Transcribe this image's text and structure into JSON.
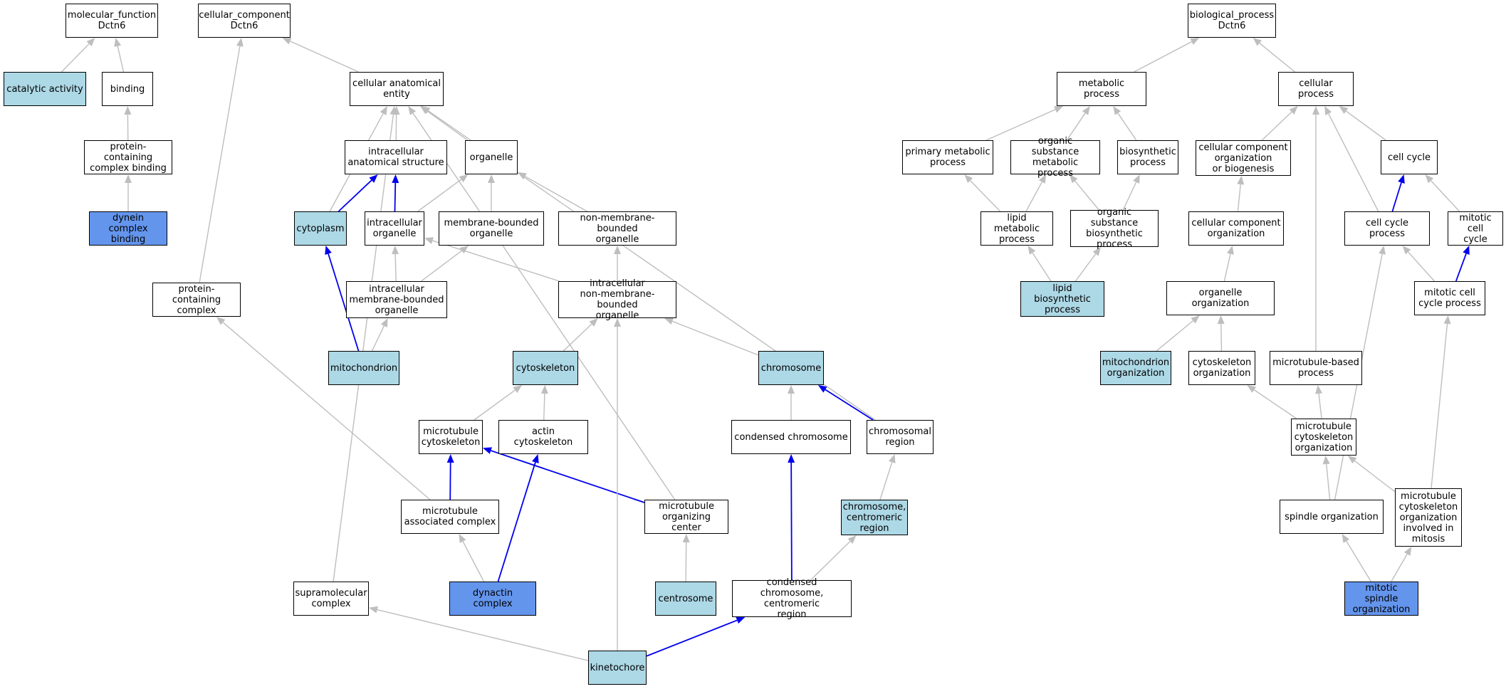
{
  "colors": {
    "edge_default": "#bebebe",
    "edge_highlight": "#0000ee",
    "node_plain": "#ffffff",
    "node_light": "#add8e6",
    "node_dark": "#6495ed"
  },
  "nodes": {
    "mf": {
      "label": "molecular_function\nDctn6",
      "fill": "plain"
    },
    "cc": {
      "label": "cellular_component\nDctn6",
      "fill": "plain"
    },
    "bp": {
      "label": "biological_process\nDctn6",
      "fill": "plain"
    },
    "cat": {
      "label": "catalytic activity",
      "fill": "light"
    },
    "bind": {
      "label": "binding",
      "fill": "plain"
    },
    "pcb": {
      "label": "protein-containing\ncomplex binding",
      "fill": "plain"
    },
    "dcb": {
      "label": "dynein complex\nbinding",
      "fill": "dark"
    },
    "pcc": {
      "label": "protein-containing\ncomplex",
      "fill": "plain"
    },
    "cae": {
      "label": "cellular anatomical\nentity",
      "fill": "plain"
    },
    "ias": {
      "label": "intracellular\nanatomical structure",
      "fill": "plain"
    },
    "org": {
      "label": "organelle",
      "fill": "plain"
    },
    "cyt": {
      "label": "cytoplasm",
      "fill": "light"
    },
    "io": {
      "label": "intracellular\norganelle",
      "fill": "plain"
    },
    "mbo": {
      "label": "membrane-bounded\norganelle",
      "fill": "plain"
    },
    "nmbo": {
      "label": "non-membrane-bounded\norganelle",
      "fill": "plain"
    },
    "imbo": {
      "label": "intracellular\nmembrane-bounded\norganelle",
      "fill": "plain"
    },
    "inmbo": {
      "label": "intracellular\nnon-membrane-bounded\norganelle",
      "fill": "plain"
    },
    "mito": {
      "label": "mitochondrion",
      "fill": "light"
    },
    "cysk": {
      "label": "cytoskeleton",
      "fill": "light"
    },
    "chr": {
      "label": "chromosome",
      "fill": "light"
    },
    "mtc": {
      "label": "microtubule\ncytoskeleton",
      "fill": "plain"
    },
    "actc": {
      "label": "actin cytoskeleton",
      "fill": "plain"
    },
    "cchr": {
      "label": "condensed chromosome",
      "fill": "plain"
    },
    "chrr": {
      "label": "chromosomal\nregion",
      "fill": "plain"
    },
    "mac": {
      "label": "microtubule\nassociated complex",
      "fill": "plain"
    },
    "mtoc": {
      "label": "microtubule\norganizing center",
      "fill": "plain"
    },
    "ccr": {
      "label": "chromosome,\ncentromeric\nregion",
      "fill": "light"
    },
    "smc": {
      "label": "supramolecular\ncomplex",
      "fill": "plain"
    },
    "dyn": {
      "label": "dynactin complex",
      "fill": "dark"
    },
    "cent": {
      "label": "centrosome",
      "fill": "light"
    },
    "cccr": {
      "label": "condensed chromosome,\ncentromeric\nregion",
      "fill": "plain"
    },
    "kin": {
      "label": "kinetochore",
      "fill": "light"
    },
    "mp": {
      "label": "metabolic process",
      "fill": "plain"
    },
    "cp": {
      "label": "cellular process",
      "fill": "plain"
    },
    "pmp": {
      "label": "primary metabolic\nprocess",
      "fill": "plain"
    },
    "osmp": {
      "label": "organic substance\nmetabolic process",
      "fill": "plain"
    },
    "bsp": {
      "label": "biosynthetic\nprocess",
      "fill": "plain"
    },
    "ccob": {
      "label": "cellular component\norganization\nor biogenesis",
      "fill": "plain"
    },
    "cc2": {
      "label": "cell cycle",
      "fill": "plain"
    },
    "lmp": {
      "label": "lipid metabolic\nprocess",
      "fill": "plain"
    },
    "osbp": {
      "label": "organic substance\nbiosynthetic\nprocess",
      "fill": "plain"
    },
    "cco": {
      "label": "cellular component\norganization",
      "fill": "plain"
    },
    "ccp": {
      "label": "cell cycle process",
      "fill": "plain"
    },
    "mcc": {
      "label": "mitotic cell\ncycle",
      "fill": "plain"
    },
    "lbp": {
      "label": "lipid biosynthetic\nprocess",
      "fill": "light"
    },
    "oo": {
      "label": "organelle organization",
      "fill": "plain"
    },
    "mccp": {
      "label": "mitotic cell\ncycle process",
      "fill": "plain"
    },
    "mo": {
      "label": "mitochondrion\norganization",
      "fill": "light"
    },
    "cyo": {
      "label": "cytoskeleton\norganization",
      "fill": "plain"
    },
    "mbp": {
      "label": "microtubule-based\nprocess",
      "fill": "plain"
    },
    "mco": {
      "label": "microtubule\ncytoskeleton\norganization",
      "fill": "plain"
    },
    "so": {
      "label": "spindle organization",
      "fill": "plain"
    },
    "mcoim": {
      "label": "microtubule\ncytoskeleton\norganization\ninvolved in\nmitosis",
      "fill": "plain"
    },
    "mso": {
      "label": "mitotic spindle\norganization",
      "fill": "dark"
    }
  },
  "edges": [
    {
      "from": "cat",
      "to": "mf",
      "hl": false
    },
    {
      "from": "bind",
      "to": "mf",
      "hl": false
    },
    {
      "from": "pcb",
      "to": "bind",
      "hl": false
    },
    {
      "from": "dcb",
      "to": "pcb",
      "hl": false
    },
    {
      "from": "pcc",
      "to": "cc",
      "hl": false
    },
    {
      "from": "cae",
      "to": "cc",
      "hl": false
    },
    {
      "from": "ias",
      "to": "cae",
      "hl": false
    },
    {
      "from": "org",
      "to": "cae",
      "hl": false
    },
    {
      "from": "cyt",
      "to": "cae",
      "hl": false
    },
    {
      "from": "cyt",
      "to": "ias",
      "hl": true
    },
    {
      "from": "io",
      "to": "ias",
      "hl": true
    },
    {
      "from": "io",
      "to": "org",
      "hl": false
    },
    {
      "from": "mbo",
      "to": "org",
      "hl": false
    },
    {
      "from": "nmbo",
      "to": "org",
      "hl": false
    },
    {
      "from": "imbo",
      "to": "io",
      "hl": false
    },
    {
      "from": "imbo",
      "to": "mbo",
      "hl": false
    },
    {
      "from": "inmbo",
      "to": "io",
      "hl": false
    },
    {
      "from": "inmbo",
      "to": "nmbo",
      "hl": false
    },
    {
      "from": "mito",
      "to": "cyt",
      "hl": true
    },
    {
      "from": "mito",
      "to": "imbo",
      "hl": false
    },
    {
      "from": "cysk",
      "to": "inmbo",
      "hl": false
    },
    {
      "from": "chr",
      "to": "inmbo",
      "hl": false
    },
    {
      "from": "mtc",
      "to": "cysk",
      "hl": false
    },
    {
      "from": "actc",
      "to": "cysk",
      "hl": false
    },
    {
      "from": "cchr",
      "to": "chr",
      "hl": false
    },
    {
      "from": "chrr",
      "to": "chr",
      "hl": true
    },
    {
      "from": "chrr",
      "to": "cae",
      "hl": false
    },
    {
      "from": "mac",
      "to": "mtc",
      "hl": true
    },
    {
      "from": "mac",
      "to": "pcc",
      "hl": false
    },
    {
      "from": "mtoc",
      "to": "mtc",
      "hl": true
    },
    {
      "from": "mtoc",
      "to": "cae",
      "hl": false
    },
    {
      "from": "ccr",
      "to": "chrr",
      "hl": false
    },
    {
      "from": "smc",
      "to": "cae",
      "hl": false
    },
    {
      "from": "dyn",
      "to": "mac",
      "hl": false
    },
    {
      "from": "dyn",
      "to": "actc",
      "hl": true
    },
    {
      "from": "cent",
      "to": "mtoc",
      "hl": false
    },
    {
      "from": "cccr",
      "to": "cchr",
      "hl": true
    },
    {
      "from": "cccr",
      "to": "ccr",
      "hl": false
    },
    {
      "from": "kin",
      "to": "smc",
      "hl": false
    },
    {
      "from": "kin",
      "to": "inmbo",
      "hl": false
    },
    {
      "from": "kin",
      "to": "cccr",
      "hl": true
    },
    {
      "from": "mp",
      "to": "bp",
      "hl": false
    },
    {
      "from": "cp",
      "to": "bp",
      "hl": false
    },
    {
      "from": "pmp",
      "to": "mp",
      "hl": false
    },
    {
      "from": "osmp",
      "to": "mp",
      "hl": false
    },
    {
      "from": "bsp",
      "to": "mp",
      "hl": false
    },
    {
      "from": "ccob",
      "to": "cp",
      "hl": false
    },
    {
      "from": "cc2",
      "to": "cp",
      "hl": false
    },
    {
      "from": "lmp",
      "to": "pmp",
      "hl": false
    },
    {
      "from": "lmp",
      "to": "osmp",
      "hl": false
    },
    {
      "from": "osbp",
      "to": "osmp",
      "hl": false
    },
    {
      "from": "osbp",
      "to": "bsp",
      "hl": false
    },
    {
      "from": "cco",
      "to": "ccob",
      "hl": false
    },
    {
      "from": "ccp",
      "to": "cc2",
      "hl": true
    },
    {
      "from": "ccp",
      "to": "cp",
      "hl": false
    },
    {
      "from": "mcc",
      "to": "cc2",
      "hl": false
    },
    {
      "from": "lbp",
      "to": "lmp",
      "hl": false
    },
    {
      "from": "lbp",
      "to": "osbp",
      "hl": false
    },
    {
      "from": "oo",
      "to": "cco",
      "hl": false
    },
    {
      "from": "mccp",
      "to": "mcc",
      "hl": true
    },
    {
      "from": "mccp",
      "to": "ccp",
      "hl": false
    },
    {
      "from": "mo",
      "to": "oo",
      "hl": false
    },
    {
      "from": "cyo",
      "to": "oo",
      "hl": false
    },
    {
      "from": "mbp",
      "to": "cp",
      "hl": false
    },
    {
      "from": "mco",
      "to": "cyo",
      "hl": false
    },
    {
      "from": "mco",
      "to": "mbp",
      "hl": false
    },
    {
      "from": "so",
      "to": "mco",
      "hl": false
    },
    {
      "from": "so",
      "to": "ccp",
      "hl": false
    },
    {
      "from": "mcoim",
      "to": "mco",
      "hl": false
    },
    {
      "from": "mcoim",
      "to": "mccp",
      "hl": false
    },
    {
      "from": "mso",
      "to": "so",
      "hl": false
    },
    {
      "from": "mso",
      "to": "mcoim",
      "hl": false
    }
  ]
}
